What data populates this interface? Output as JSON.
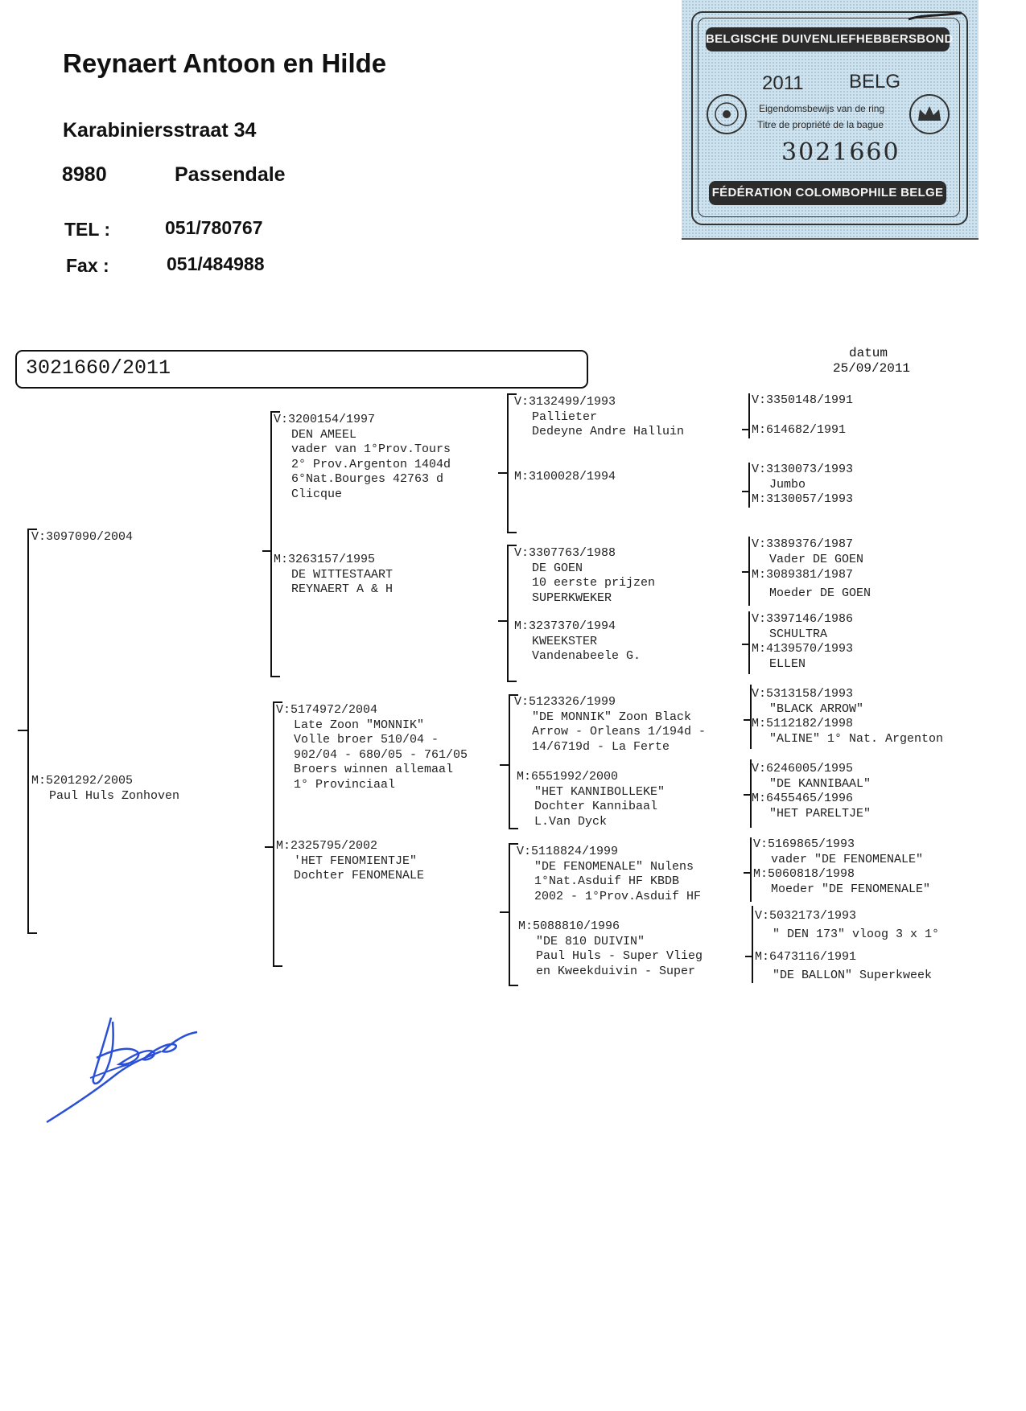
{
  "header": {
    "name": "Reynaert Antoon en Hilde",
    "street": "Karabiniersstraat 34",
    "postal": "8980",
    "city": "Passendale",
    "tel_label": "TEL :",
    "tel": "051/780767",
    "fax_label": "Fax :",
    "fax": "051/484988"
  },
  "stamp": {
    "top_banner": "BELGISCHE DUIVENLIEFHEBBERSBOND",
    "year": "2011",
    "country": "BELG",
    "line1": "Eigendomsbewijs van de ring",
    "line2": "Titre de propriété de la bague",
    "ring": "3021660",
    "bottom_banner": "FÉDÉRATION COLOMBOPHILE BELGE"
  },
  "pedigree_id": "3021660/2011",
  "datum": {
    "label": "datum",
    "value": "25/09/2011"
  },
  "gen1": {
    "father": [
      "V:3097090/2004"
    ],
    "mother": [
      "M:5201292/2005",
      "Paul Huls Zonhoven"
    ]
  },
  "gen2": [
    [
      "V:3200154/1997",
      "DEN AMEEL",
      "vader van 1°Prov.Tours",
      "2° Prov.Argenton 1404d",
      "6°Nat.Bourges 42763 d",
      "Clicque"
    ],
    [
      "M:3263157/1995",
      "DE WITTESTAART",
      "REYNAERT A & H"
    ],
    [
      "V:5174972/2004",
      "Late Zoon \"MONNIK\"",
      "Volle broer 510/04 -",
      "902/04 - 680/05 - 761/05",
      "Broers winnen allemaal",
      "1° Provinciaal"
    ],
    [
      "M:2325795/2002",
      "'HET FENOMIENTJE\"",
      "Dochter FENOMENALE"
    ]
  ],
  "gen3": [
    [
      "V:3132499/1993",
      "Pallieter",
      "Dedeyne Andre Halluin"
    ],
    [
      "M:3100028/1994"
    ],
    [
      "V:3307763/1988",
      "DE GOEN",
      "10 eerste prijzen",
      "SUPERKWEKER"
    ],
    [
      "M:3237370/1994",
      "KWEEKSTER",
      "Vandenabeele G."
    ],
    [
      "V:5123326/1999",
      "\"DE MONNIK\" Zoon Black",
      "Arrow - Orleans 1/194d -",
      "14/6719d - La Ferte"
    ],
    [
      "M:6551992/2000",
      "\"HET KANNIBOLLEKE\"",
      "Dochter Kannibaal",
      "L.Van Dyck"
    ],
    [
      "V:5118824/1999",
      "\"DE FENOMENALE\" Nulens",
      "1°Nat.Asduif HF KBDB",
      "2002 - 1°Prov.Asduif HF"
    ],
    [
      "M:5088810/1996",
      "\"DE 810 DUIVIN\"",
      "Paul Huls - Super Vlieg",
      "en Kweekduivin - Super"
    ]
  ],
  "gen4": [
    [
      "V:3350148/1991"
    ],
    [
      "M:614682/1991"
    ],
    [
      "V:3130073/1993",
      "Jumbo"
    ],
    [
      "M:3130057/1993"
    ],
    [
      "V:3389376/1987",
      "Vader DE GOEN"
    ],
    [
      "M:3089381/1987",
      "Moeder DE GOEN"
    ],
    [
      "V:3397146/1986",
      "SCHULTRA"
    ],
    [
      "M:4139570/1993",
      "ELLEN"
    ],
    [
      "V:5313158/1993",
      "\"BLACK ARROW\""
    ],
    [
      "M:5112182/1998",
      "\"ALINE\" 1° Nat. Argenton"
    ],
    [
      "V:6246005/1995",
      "\"DE KANNIBAAL\""
    ],
    [
      "M:6455465/1996",
      "\"HET PARELTJE\""
    ],
    [
      "V:5169865/1993",
      "vader \"DE FENOMENALE\""
    ],
    [
      "M:5060818/1998",
      "Moeder \"DE FENOMENALE\""
    ],
    [
      "V:5032173/1993",
      "\" DEN 173\" vloog 3 x 1°"
    ],
    [
      "M:6473116/1991",
      "\"DE BALLON\" Superkweek"
    ]
  ]
}
